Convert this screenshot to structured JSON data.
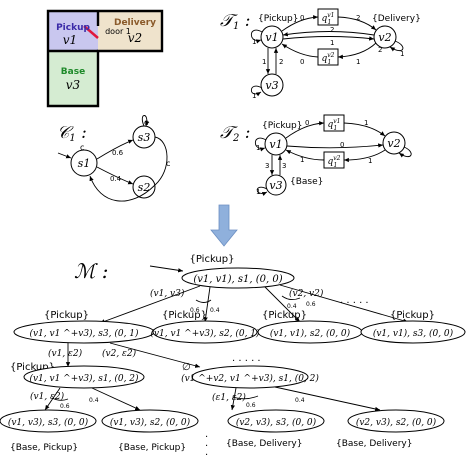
{
  "map": {
    "pickup_label": "Pickup",
    "pickup_var": "v1",
    "delivery_label": "Delivery",
    "delivery_var": "v2",
    "base_label": "Base",
    "base_var": "v3",
    "door_label": "door 1",
    "colors": {
      "pickup": "#c9c7ef",
      "delivery": "#efe3cc",
      "base": "#d5ecd2",
      "door": "#e0183c",
      "pickup_text": "#3a2aa8",
      "delivery_text": "#8a5a2a",
      "base_text": "#1e8a2a"
    }
  },
  "t1": {
    "name": "T1",
    "pickup_label": "{Pickup}",
    "delivery_label": "{Delivery}",
    "states": {
      "v1": "v1",
      "v2": "v2",
      "v3": "v3",
      "q_top": "q1 v1",
      "q_bot": "q1 v2"
    },
    "edge_labels": [
      "0",
      "2",
      "1",
      "0",
      "2",
      "1",
      "1",
      "2",
      "1",
      "1",
      "2",
      "1"
    ]
  },
  "t2": {
    "name": "T2",
    "pickup_label": "{Pickup}",
    "base_label": "{Base}",
    "states": {
      "v1": "v1",
      "v2": "v2",
      "v3": "v3",
      "q_top": "q1 v1",
      "q_bot": "q1 v2"
    },
    "edge_labels": [
      "0",
      "1",
      "1",
      "0",
      "1",
      "1",
      "3",
      "3",
      "1"
    ]
  },
  "c1": {
    "name": "C1",
    "states": {
      "s1": "s1",
      "s2": "s2",
      "s3": "s3"
    },
    "labels": [
      "c",
      "c",
      "c",
      "0.6",
      "0.4"
    ]
  },
  "arrow_color": "#8fb0dc",
  "m": {
    "name": "M",
    "root_label": "{Pickup}",
    "root": "(v1, v1), s1, (0, 0)",
    "level1": [
      {
        "label": "{Pickup}",
        "node": "(v1, v1 ^+v3), s3, (0, 1)",
        "prob": "0.6"
      },
      {
        "label": "{Pickup}",
        "node": "(v1, v1 ^+v3), s2, (0, 1)",
        "prob": "0.4"
      },
      {
        "label": "{Pickup}",
        "node": "(v1, v1), s2, (0, 0)",
        "prob": "0.4"
      },
      {
        "label": "{Pickup}",
        "node": "(v1, v1), s3, (0, 0)",
        "prob": "0.6"
      }
    ],
    "action_v1v3": "(v1, v3)",
    "action_v2v2": "(v2, v2)",
    "dots": ". . . . .",
    "level2": [
      {
        "label": "{Pickup}",
        "node": "(v1, v1 ^+v3), s1, (0, 2)"
      },
      {
        "label": "∅",
        "node": "(v1 ^+v2, v1 ^+v3), s1, (0, 2)"
      }
    ],
    "action_v1e2": "(v1, ε2)",
    "action_v2e2": "(v2, ε2)",
    "action_e1e2": "(ε1, ε2)",
    "level3": [
      {
        "node": "(v1, v3), s3, (0, 0)",
        "label": "{Base, Pickup}",
        "prob": "0.6"
      },
      {
        "node": "(v1, v3), s2, (0, 0)",
        "label": "{Base, Pickup}",
        "prob": "0.4"
      },
      {
        "node": "(v2, v3), s3, (0, 0)",
        "label": "{Base, Delivery}",
        "prob": "0.6"
      },
      {
        "node": "(v2, v3), s2, (0, 0)",
        "label": "{Base, Delivery}",
        "prob": "0.4"
      }
    ],
    "action_v1e2_b": "(v1, ε2)"
  }
}
